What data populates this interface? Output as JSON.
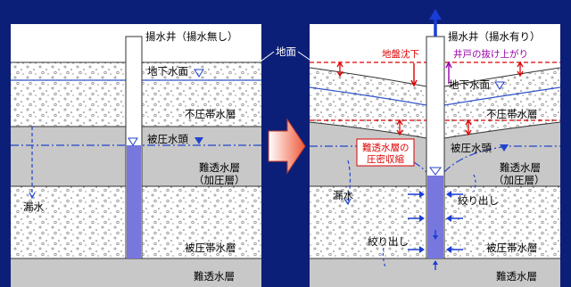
{
  "colors": {
    "background": "#0c1f78",
    "clay": "#c8c8c8",
    "sand": "#ffffff",
    "well_water": "#7777dd",
    "annotation_red": "#dd0000",
    "annotation_purple": "#9900aa",
    "arrow_blue": "#1a3cd6",
    "head_blue": "#2244cc"
  },
  "labels": {
    "ground_surface": "地面",
    "left_well_title": "揚水井（揚水無し）",
    "right_well_title": "揚水井（揚水有り）",
    "water_table": "地下水面",
    "unconfined_aquifer": "不圧帯水層",
    "piezometric_head": "被圧水頭",
    "aquitard": "難透水層",
    "aquitard_sub": "（加圧層）",
    "leakage": "漏水",
    "confined_aquifer": "被圧帯水層",
    "bottom_aquitard": "難透水層",
    "land_subsidence": "地盤沈下",
    "well_uplift": "井戸の抜け上がり",
    "compaction_line1": "難透水層の",
    "compaction_line2": "圧密収縮",
    "squeeze_out": "絞り出し"
  },
  "icons": {
    "water_level_marker": "inverted-triangle-icon",
    "process_arrow": "right-arrow-icon",
    "pumping_arrow": "up-arrow-icon"
  }
}
